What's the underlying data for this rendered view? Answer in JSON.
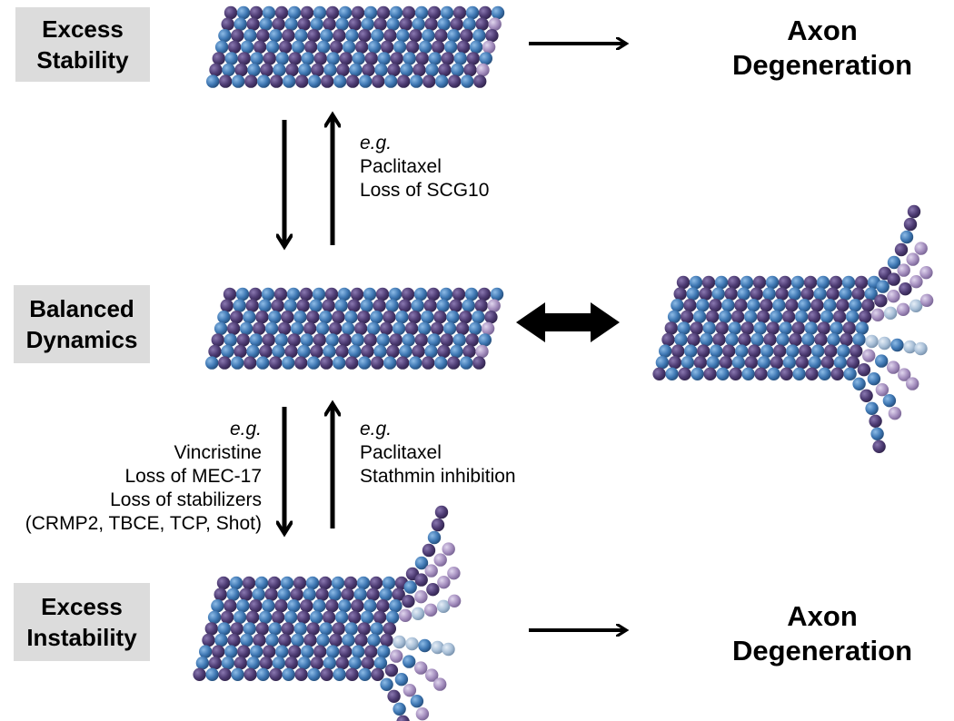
{
  "states": {
    "excess_stability": [
      "Excess",
      "Stability"
    ],
    "balanced_dynamics": [
      "Balanced",
      "Dynamics"
    ],
    "excess_instability": [
      "Excess",
      "Instability"
    ]
  },
  "outcomes": {
    "top": [
      "Axon",
      "Degeneration"
    ],
    "bottom": [
      "Axon",
      "Degeneration"
    ]
  },
  "annotations": {
    "to_stability": {
      "eg": "e.g.",
      "items": [
        "Paclitaxel",
        "Loss of SCG10"
      ]
    },
    "to_instability": {
      "eg": "e.g.",
      "items": [
        "Vincristine",
        "Loss of MEC-17",
        "Loss of stabilizers",
        "(CRMP2, TBCE, TCP, Shot)"
      ]
    },
    "from_instability": {
      "eg": "e.g.",
      "items": [
        "Paclitaxel",
        "Stathmin inhibition"
      ]
    }
  },
  "colors": {
    "subunit_dark": "#4e3c74",
    "subunit_blue": "#3f78b4",
    "subunit_light": "#a58fbf",
    "subunit_pale": "#a9c0d8",
    "label_box": "#dcdcdc",
    "arrow": "#000000"
  }
}
